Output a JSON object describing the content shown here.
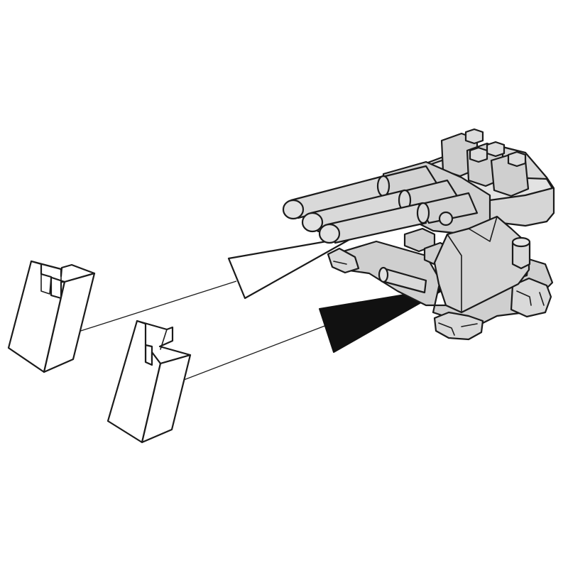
{
  "diagram": {
    "kind": "assembly-instruction",
    "text": "",
    "colors": {
      "background": "#ffffff",
      "line": "#1a1a1a",
      "part_fill": "#d9d9d9",
      "part_shade": "#c6c6c6",
      "part_light": "#e6e6e6",
      "block_fill": "#ffffff",
      "arrow_open": "#ffffff",
      "arrow_solid": "#111111"
    },
    "parts": [
      {
        "id": "block-a",
        "kind": "slotted-block",
        "icon": "slotted-block-icon"
      },
      {
        "id": "block-b",
        "kind": "slotted-block",
        "icon": "slotted-block-icon"
      },
      {
        "id": "turret",
        "kind": "triple-barrel-gun-turret",
        "icon": "gun-turret-icon"
      }
    ],
    "arrows": [
      {
        "from": "block-a",
        "to": "barrel-base",
        "style": "open"
      },
      {
        "from": "block-b",
        "to": "turret-side",
        "style": "solid"
      }
    ]
  }
}
